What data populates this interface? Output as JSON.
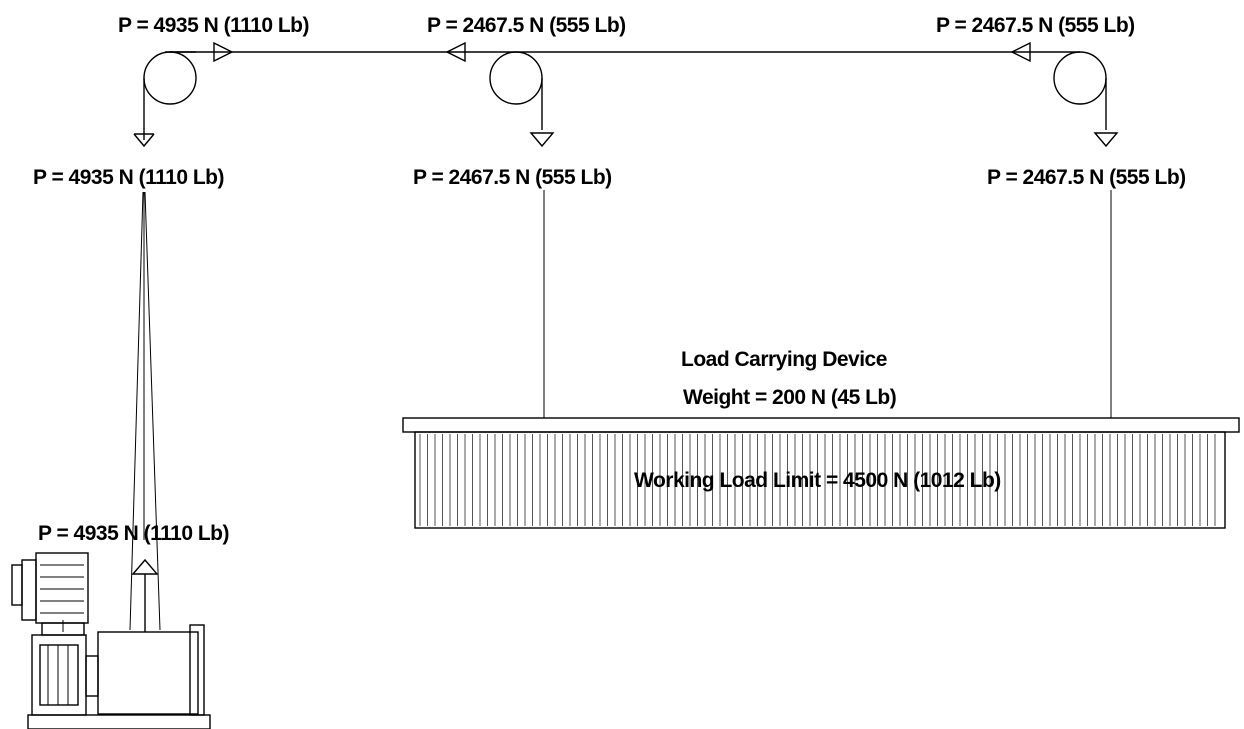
{
  "labels": {
    "top_left": "P = 4935 N (1110 Lb)",
    "top_middle": "P = 2467.5 N (555 Lb)",
    "top_right": "P = 2467.5 N (555 Lb)",
    "mid_left": "P = 4935 N (1110 Lb)",
    "mid_middle": "P = 2467.5 N (555 Lb)",
    "mid_right": "P = 2467.5 N (555 Lb)",
    "winch": "P = 4935 N (1110 Lb)",
    "device_title": "Load Carrying Device",
    "device_weight": "Weight = 200 N (45 Lb)",
    "working_load": "Working Load Limit = 4500 N (1012 Lb)"
  }
}
